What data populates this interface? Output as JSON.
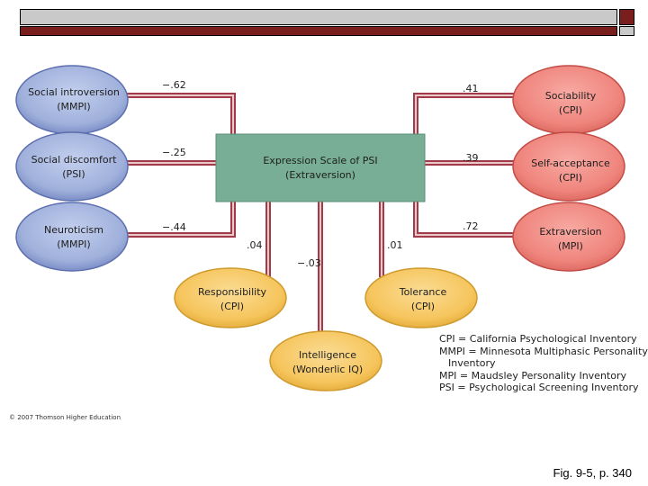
{
  "nodes": {
    "social_introversion": [
      "Social introversion",
      "(MMPI)"
    ],
    "social_discomfort": [
      "Social discomfort",
      "(PSI)"
    ],
    "neuroticism": [
      "Neuroticism",
      "(MMPI)"
    ],
    "sociability": [
      "Sociability",
      "(CPI)"
    ],
    "self_acceptance": [
      "Self-acceptance",
      "(CPI)"
    ],
    "extraversion_mpi": [
      "Extraversion",
      "(MPI)"
    ],
    "center": [
      "Expression Scale of PSI",
      "(Extraversion)"
    ],
    "responsibility": [
      "Responsibility",
      "(CPI)"
    ],
    "tolerance": [
      "Tolerance",
      "(CPI)"
    ],
    "intelligence": [
      "Intelligence",
      "(Wonderlic IQ)"
    ]
  },
  "correlations": {
    "social_introversion": "−.62",
    "social_discomfort": "−.25",
    "neuroticism": "−.44",
    "sociability": ".41",
    "self_acceptance": ".39",
    "extraversion_mpi": ".72",
    "responsibility": ".04",
    "intelligence": "−.03",
    "tolerance": ".01"
  },
  "legend": [
    "CPI = California Psychological Inventory",
    "MMPI = Minnesota Multiphasic Personality",
    "Inventory",
    "MPI = Maudsley Personality Inventory",
    "PSI = Psychological Screening Inventory"
  ],
  "copyright": "© 2007 Thomson Higher Education",
  "caption": "Fig. 9-5, p. 340",
  "colors": {
    "blue": "#9fb0db",
    "red": "#ef857d",
    "yellow": "#f6c55d",
    "center": "#77ae95",
    "connector": "#a33a4a"
  }
}
